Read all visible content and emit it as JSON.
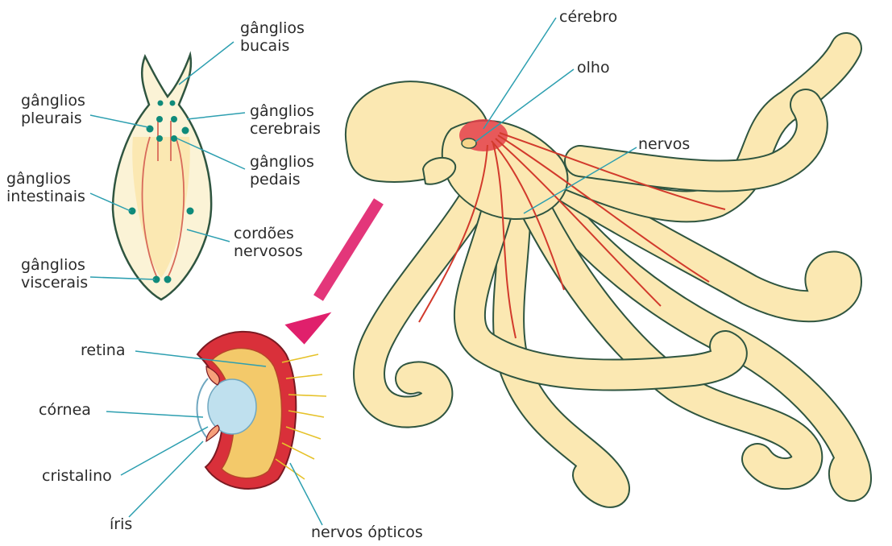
{
  "colors": {
    "leader_line": "#2d9fb0",
    "ganglion_dot": "#0f8a7a",
    "body_fill": "#fbe8b2",
    "body_outline": "#2f5540",
    "nerve_red": "#d23a2c",
    "eye_red": "#d9303a",
    "lens_blue": "#bfe0ee",
    "arrow_magenta": "#e0206c"
  },
  "snail": {
    "buccal": [
      "gânglios",
      "bucais"
    ],
    "pleural": [
      "gânglios",
      "pleurais"
    ],
    "cerebral": [
      "gânglios",
      "cerebrais"
    ],
    "pedal": [
      "gânglios",
      "pedais"
    ],
    "intestinal": [
      "gânglios",
      "intestinais"
    ],
    "cords": [
      "cordões",
      "nervosos"
    ],
    "visceral": [
      "gânglios",
      "viscerais"
    ]
  },
  "octopus": {
    "brain": "cérebro",
    "eye": "olho",
    "nerves": "nervos"
  },
  "eye_detail": {
    "retina": "retina",
    "cornea": "córnea",
    "lens": "cristalino",
    "iris": "íris",
    "optic_nerves": "nervos ópticos"
  }
}
